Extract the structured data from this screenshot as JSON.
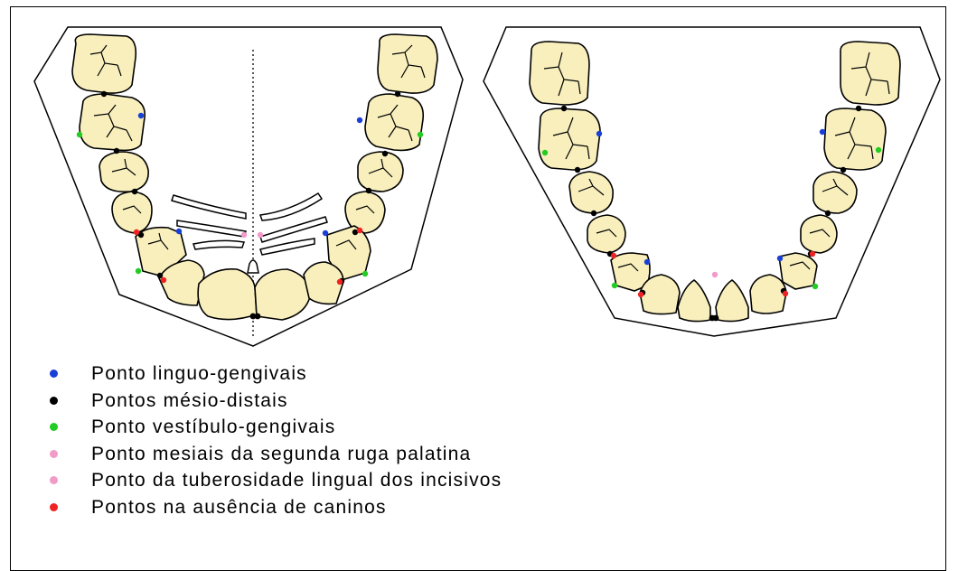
{
  "legend": {
    "items": [
      {
        "label": "Ponto linguo-gengivais",
        "color": "#1a3fd6"
      },
      {
        "label": "Pontos mésio-distais",
        "color": "#000000"
      },
      {
        "label": "Ponto vestíbulo-gengivais",
        "color": "#22cc22"
      },
      {
        "label": "Ponto mesiais da segunda ruga palatina",
        "color": "#f29ac8"
      },
      {
        "label": "Ponto da tuberosidade lingual dos incisivos",
        "color": "#f29ac8"
      },
      {
        "label": "Pontos na ausência de caninos",
        "color": "#ee2222"
      }
    ]
  },
  "colors": {
    "tooth_fill": "#f8efbd",
    "outline": "#000000"
  }
}
